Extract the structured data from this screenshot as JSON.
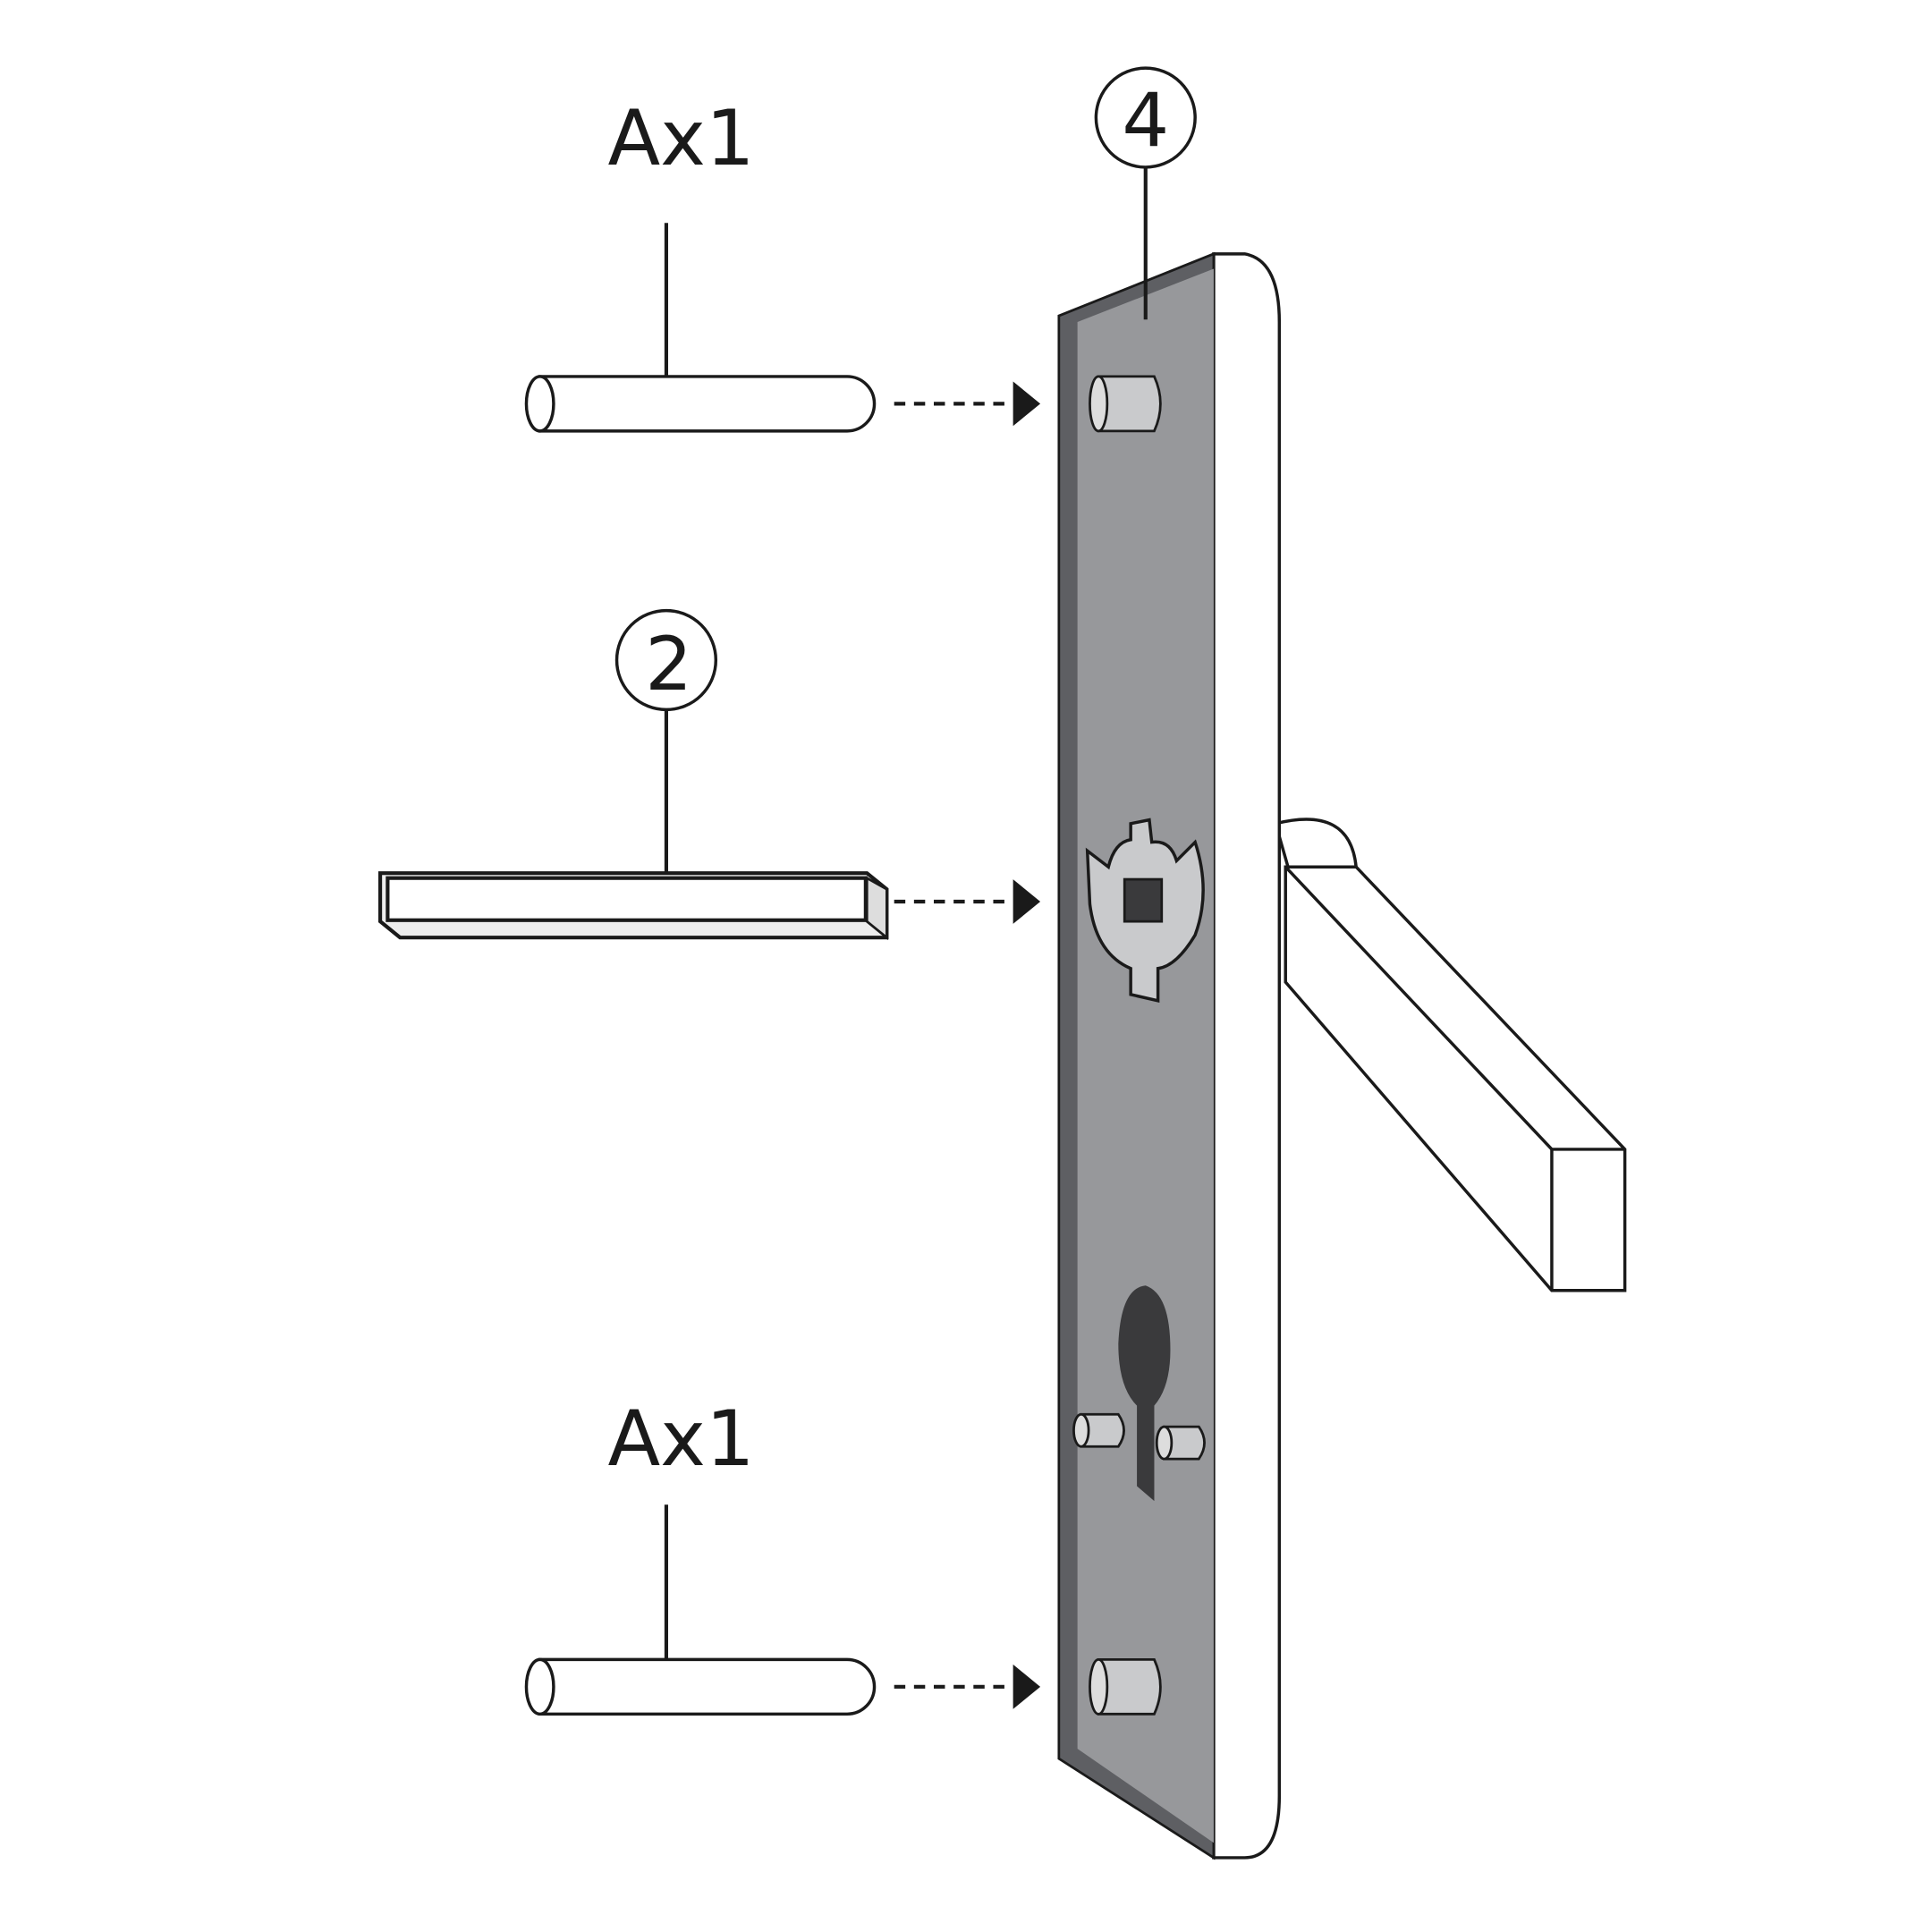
{
  "labels": {
    "top_pin_qty": "Ax1",
    "bottom_pin_qty": "Ax1",
    "spindle_callout": "2",
    "plate_callout": "4"
  },
  "colors": {
    "plate_face": "#97989b",
    "plate_edge": "#5e5f63",
    "outline": "#1a1a1a",
    "keyhole": "#3a3a3c",
    "rose": "#c9cacc"
  }
}
